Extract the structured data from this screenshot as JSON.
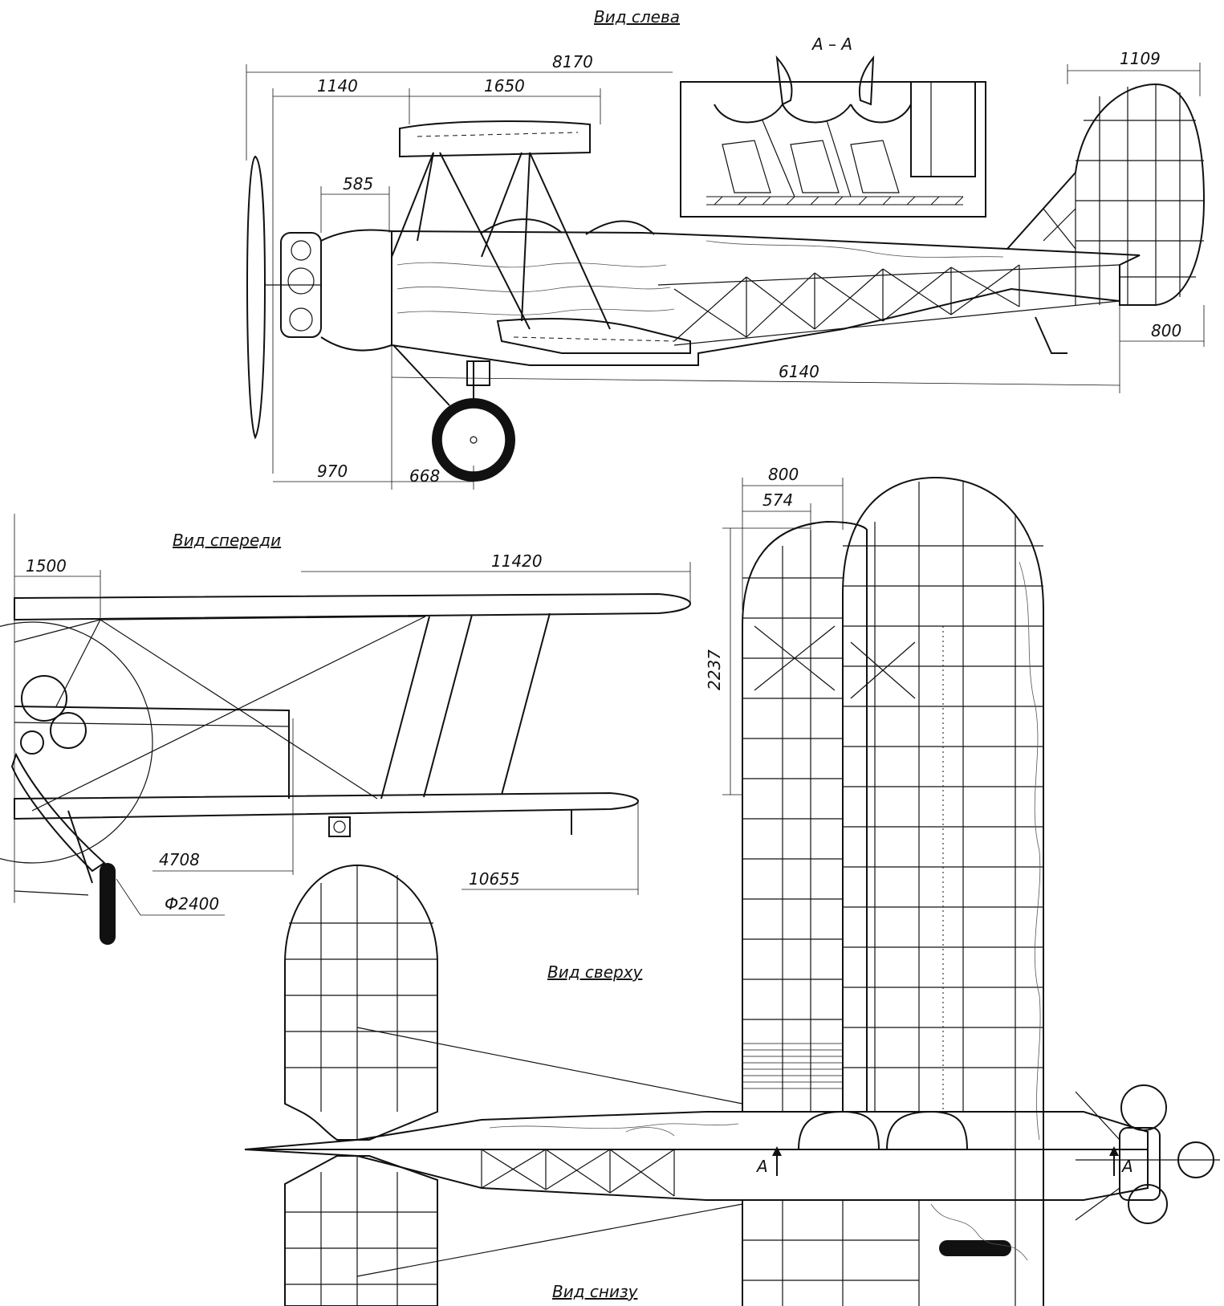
{
  "views": {
    "side": "Вид слева",
    "front": "Вид спереди",
    "top": "Вид сверху",
    "bottom": "Вид снизу",
    "section": "А – А"
  },
  "dimensions": {
    "overall_length": "8170",
    "prop_to_strut": "1140",
    "chord_upper": "1650",
    "engine_length": "585",
    "tail_height": "1109",
    "tail_chord": "800",
    "fuselage_length": "6140",
    "nose_to_gear": "970",
    "gear_offset": "668",
    "stab_chord": "800",
    "elevator_chord": "574",
    "stab_half_span": "2237",
    "center_gap": "1500",
    "upper_half_span": "11420",
    "strut_span": "4708",
    "lower_half_span": "10655",
    "prop_diameter": "Ф2400"
  },
  "section_markers": {
    "marker_a_1": "А",
    "marker_a_2": "А"
  }
}
